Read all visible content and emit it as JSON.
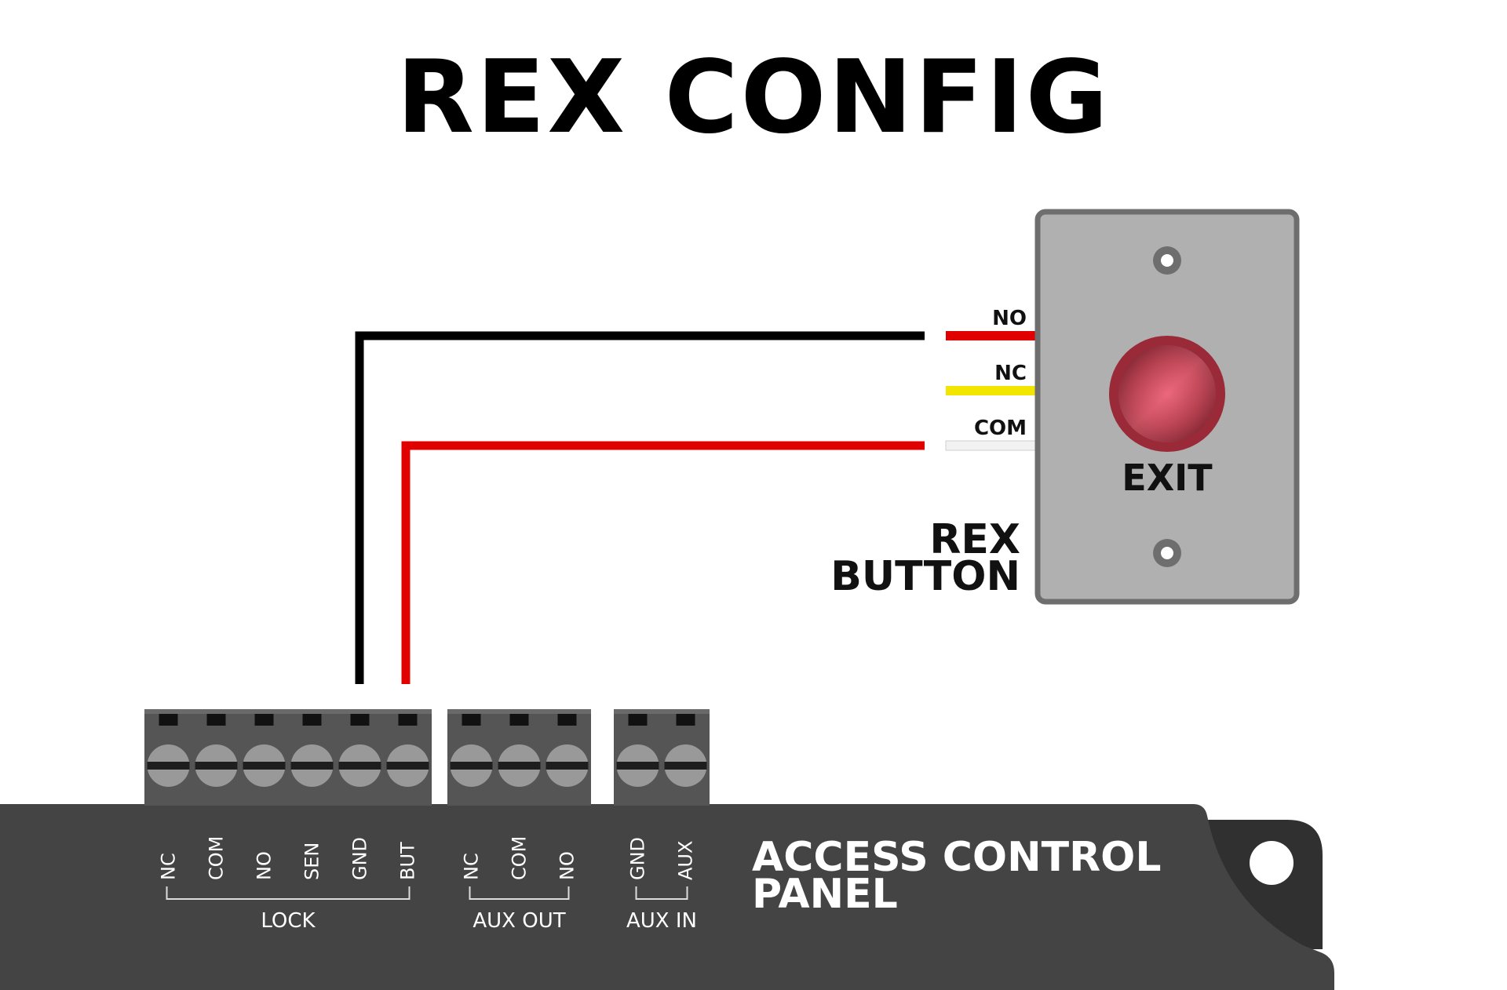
{
  "title": "REX CONFIG",
  "rex_button": {
    "caption_line1": "REX",
    "caption_line2": "BUTTON",
    "face_label": "EXIT",
    "terminals": [
      {
        "label": "NO",
        "wire_color": "#e00000"
      },
      {
        "label": "NC",
        "wire_color": "#f2e600"
      },
      {
        "label": "COM",
        "wire_color": "#f2f2f2"
      }
    ]
  },
  "wires": [
    {
      "name": "black-wire",
      "color": "#000000",
      "from": "NO",
      "to": "GND"
    },
    {
      "name": "red-wire",
      "color": "#e00000",
      "from": "COM",
      "to": "BUT"
    }
  ],
  "panel": {
    "title_line1": "ACCESS CONTROL",
    "title_line2": "PANEL",
    "groups": [
      {
        "label": "LOCK",
        "terminals": [
          "NC",
          "COM",
          "NO",
          "SEN",
          "GND",
          "BUT"
        ]
      },
      {
        "label": "AUX OUT",
        "terminals": [
          "NC",
          "COM",
          "NO"
        ]
      },
      {
        "label": "AUX IN",
        "terminals": [
          "GND",
          "AUX"
        ]
      }
    ]
  },
  "colors": {
    "panel": "#444444",
    "panel_dark": "#303030",
    "terminal_block": "#555555",
    "screw": "#999999",
    "plate": "#b0b0b0",
    "plate_border": "#6e6e6e",
    "button": "#c03848"
  }
}
